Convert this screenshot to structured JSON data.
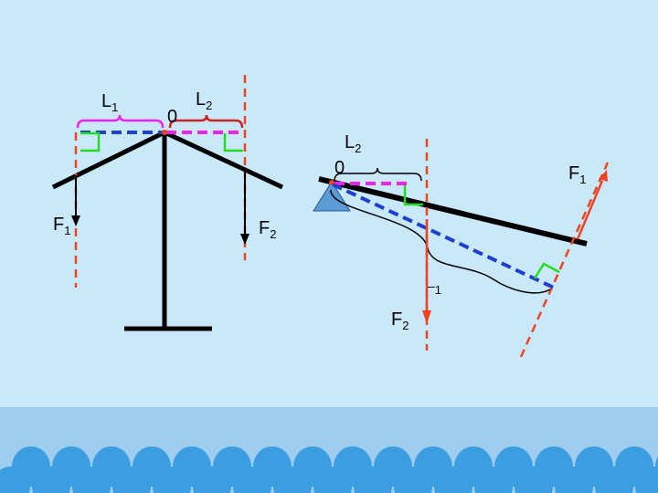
{
  "left_diagram": {
    "pivot_label": "0",
    "arm_left": {
      "letter": "L",
      "index": "1"
    },
    "arm_right": {
      "letter": "L",
      "index": "2"
    },
    "force_left": {
      "letter": "F",
      "index": "1"
    },
    "force_right": {
      "letter": "F",
      "index": "2"
    }
  },
  "right_diagram": {
    "pivot_label": "0",
    "arm_short": {
      "letter": "L",
      "index": "2"
    },
    "arm_long_index": "1",
    "force_slanted": {
      "letter": "F",
      "index": "1"
    },
    "force_down": {
      "letter": "F",
      "index": "2"
    }
  },
  "colors": {
    "background": "#c9e9fb",
    "wave_band": "#9fcdf0",
    "scallop": "#3b9ee0",
    "line_of_action": "#ee4422",
    "arm_blue": "#1f3fd0",
    "arm_magenta": "#ee22ee",
    "brace_red": "#cc2222",
    "right_angle": "#22dd22",
    "fulcrum": "#5b9bd5"
  }
}
